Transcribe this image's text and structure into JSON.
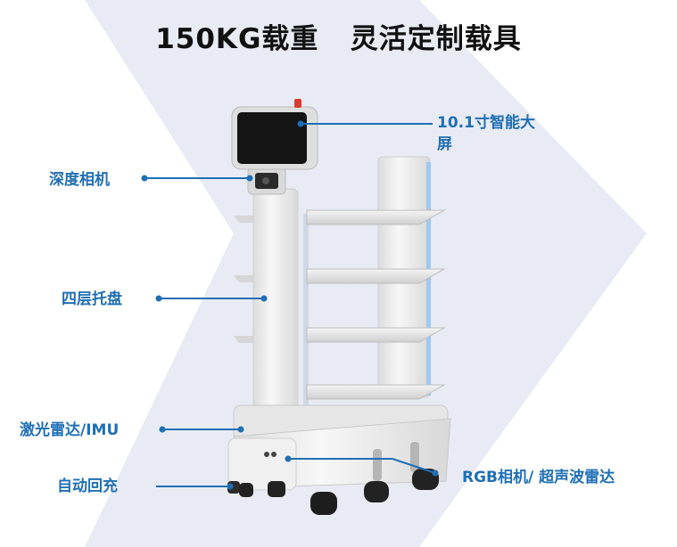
{
  "title": "150KG载重   灵活定制载具",
  "labels": {
    "screen_line1": "10.1寸智能大",
    "screen_line2": "屏",
    "depth_camera": "深度相机",
    "four_trays": "四层托盘",
    "lidar_imu": "激光雷达/IMU",
    "auto_charge": "自动回充",
    "rgb_ultrasonic": "RGB相机/ 超声波雷达"
  },
  "colors": {
    "label": "#1f6fb5",
    "chevron": "#e8ebf3",
    "robot_body": "#f2f2f2",
    "edge_light": "#9ec9f0"
  }
}
